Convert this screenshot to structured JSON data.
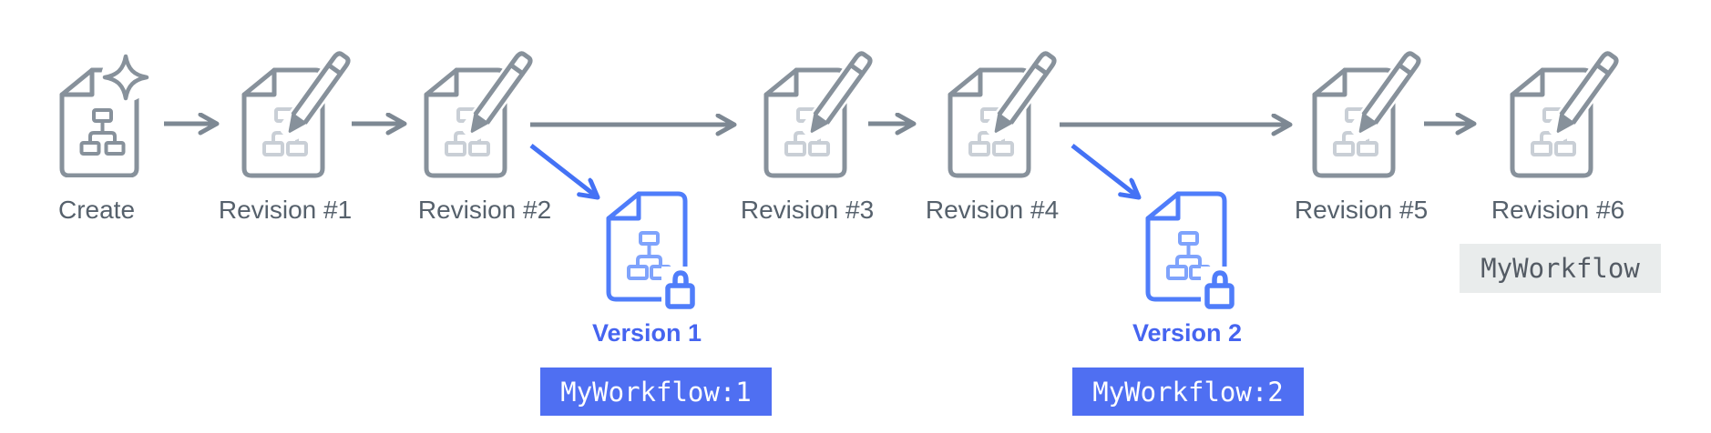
{
  "nodes": [
    {
      "label": "Create",
      "icon": "document-sparkle-icon"
    },
    {
      "label": "Revision #1",
      "icon": "document-pencil-icon"
    },
    {
      "label": "Revision #2",
      "icon": "document-pencil-icon"
    },
    {
      "label": "Revision #3",
      "icon": "document-pencil-icon"
    },
    {
      "label": "Revision #4",
      "icon": "document-pencil-icon"
    },
    {
      "label": "Revision #5",
      "icon": "document-pencil-icon"
    },
    {
      "label": "Revision #6",
      "icon": "document-pencil-icon"
    }
  ],
  "versions": [
    {
      "label": "Version 1",
      "badge": "MyWorkflow:1",
      "icon": "document-lock-icon",
      "branches_from": "Revision #2"
    },
    {
      "label": "Version 2",
      "badge": "MyWorkflow:2",
      "icon": "document-lock-icon",
      "branches_from": "Revision #4"
    }
  ],
  "alias_badge": {
    "label": "MyWorkflow",
    "attached_to": "Revision #6"
  },
  "colors": {
    "gray_stroke": "#87919B",
    "gray_glyph": "#C9CFD6",
    "gray_arrow": "#7D8893",
    "label_text": "#56616C",
    "blue_stroke": "#4F7DFA",
    "blue_glyph": "#7FA3FC",
    "blue_arrow": "#4472F5",
    "blue_text": "#4564F0",
    "blue_badge_bg": "#4F6FF2",
    "blue_badge_text": "#FFFFFF",
    "gray_badge_bg": "#E9ECEC",
    "gray_badge_text": "#545B64",
    "background": "#FFFFFF"
  }
}
